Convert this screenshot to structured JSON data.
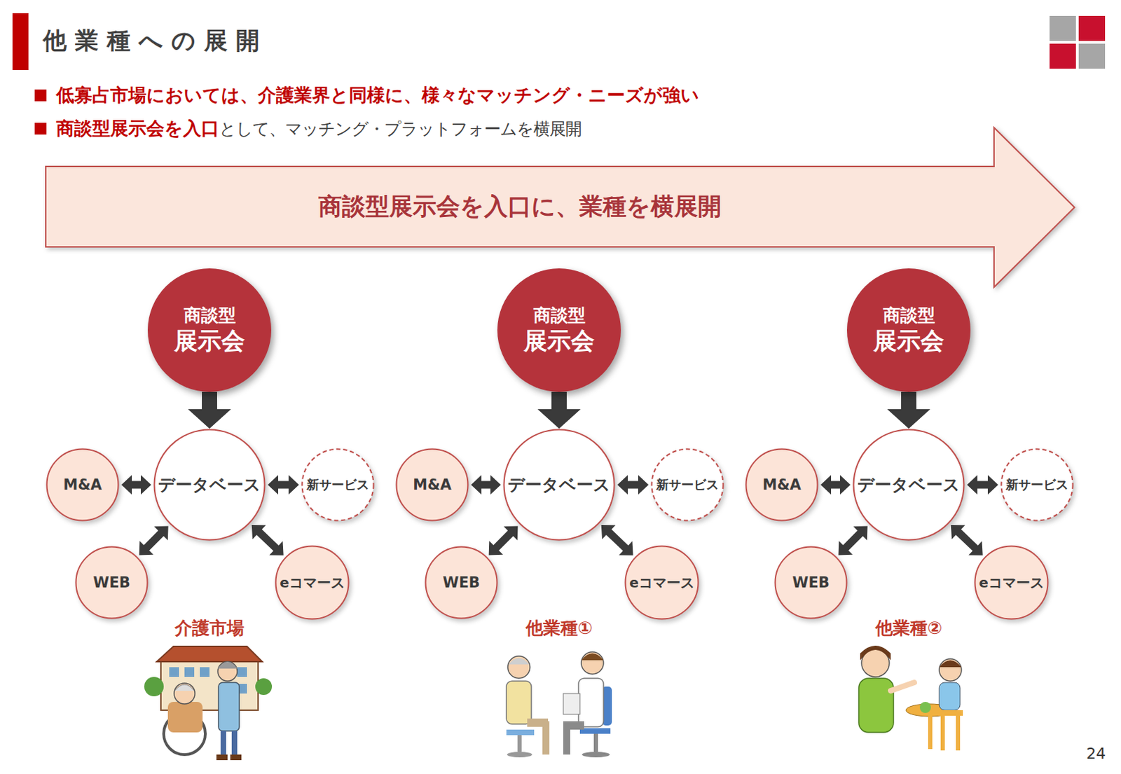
{
  "diagram": {
    "title": "他業種への展開",
    "nodes": [
      {
        "text": [
          "商談型展示会を入口に、業種を横展開"
        ]
      },
      {
        "text": [
          "商談型",
          "展示会"
        ]
      },
      {
        "text": [
          "M&A"
        ]
      },
      {
        "text": [
          "データベース"
        ]
      },
      {
        "text": [
          "新サービス"
        ]
      },
      {
        "text": [
          "WEB"
        ]
      },
      {
        "text": [
          "eコマース"
        ]
      },
      {
        "text": [
          "商談型",
          "展示会"
        ]
      },
      {
        "text": [
          "M&A"
        ]
      },
      {
        "text": [
          "データベース"
        ]
      },
      {
        "text": [
          "新サービス"
        ]
      },
      {
        "text": [
          "WEB"
        ]
      },
      {
        "text": [
          "eコマース"
        ]
      },
      {
        "text": [
          "商談型",
          "展示会"
        ]
      },
      {
        "text": [
          "M&A"
        ]
      },
      {
        "text": [
          "データベース"
        ]
      },
      {
        "text": [
          "新サービス"
        ]
      },
      {
        "text": [
          "WEB"
        ]
      },
      {
        "text": [
          "eコマース"
        ]
      }
    ],
    "edges": [
      {
        "from": 1,
        "to": 3,
        "arrow": "to"
      },
      {
        "from": 2,
        "to": 3,
        "arrow": "both"
      },
      {
        "from": 3,
        "to": 4,
        "arrow": "both"
      },
      {
        "from": 3,
        "to": 5,
        "arrow": "both"
      },
      {
        "from": 3,
        "to": 6,
        "arrow": "both"
      },
      {
        "from": 7,
        "to": 9,
        "arrow": "to"
      },
      {
        "from": 8,
        "to": 9,
        "arrow": "both"
      },
      {
        "from": 9,
        "to": 10,
        "arrow": "both"
      },
      {
        "from": 9,
        "to": 11,
        "arrow": "both"
      },
      {
        "from": 9,
        "to": 12,
        "arrow": "both"
      },
      {
        "from": 13,
        "to": 15,
        "arrow": "to"
      },
      {
        "from": 14,
        "to": 15,
        "arrow": "both"
      },
      {
        "from": 15,
        "to": 16,
        "arrow": "both"
      },
      {
        "from": 15,
        "to": 17,
        "arrow": "both"
      },
      {
        "from": 15,
        "to": 18,
        "arrow": "both"
      }
    ],
    "labels": [
      "低寡占市場においては、介護業界と同様に、様々なマッチング・ニーズが強い",
      "商談型展示会を入口",
      "として、マッチング・プラットフォームを横展開",
      "介護市場",
      "他業種①",
      "他業種②",
      "24"
    ]
  }
}
